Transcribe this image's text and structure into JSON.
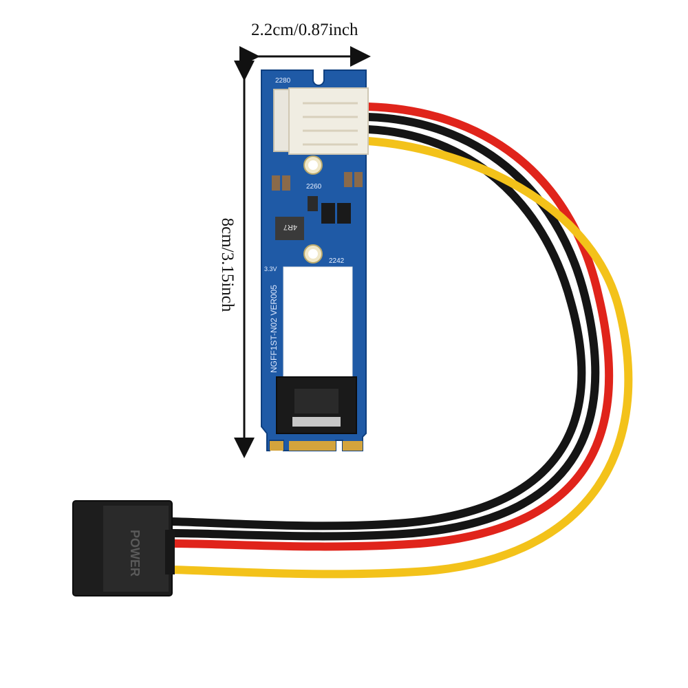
{
  "dimensions": {
    "width_text": "2.2cm/0.87inch",
    "length_text": "8cm/3.15inch"
  },
  "board": {
    "model_text": "NGFF1ST-N02  VER005",
    "size_2280": "2280",
    "size_2260": "2260",
    "size_2242": "2242",
    "voltage": "3.3V",
    "inductor": "4R7",
    "color": "#1f5aa6"
  },
  "connector": {
    "label": "POWER"
  },
  "cable_colors": {
    "red": "#e0241b",
    "black": "#151515",
    "yellow": "#f3c21a"
  }
}
